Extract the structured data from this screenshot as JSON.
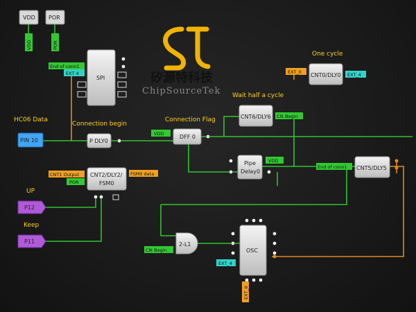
{
  "logo": {
    "company_cn": "矽源特科技",
    "company_en": "ChipSourceTek"
  },
  "supply": {
    "vdd": "VDD",
    "por": "POR",
    "vdd_out": "VDD",
    "por_out": "POR"
  },
  "labels": {
    "one_cycle": "One cycle",
    "wait_half": "Wait half a cycle",
    "hc06": "HC06 Data",
    "conn_begin": "Connection begin",
    "conn_flag": "Connection Flag",
    "up": "UP",
    "keep": "Keep"
  },
  "blocks": {
    "spi": "SPI",
    "cnt0": "CNT0/DLY0",
    "cnt6": "CNT6/DLY6",
    "pin10": "PIN 10",
    "pdly0": "P DLY0",
    "dff0": "DFF 0",
    "pipe_line1": "Pipe",
    "pipe_line2": "Delay0",
    "cnt5": "CNT5/DLY5",
    "cnt2_line1": "CNT2/DLY2/",
    "cnt2_line2": "FSM0",
    "p12": "P12",
    "p11": "P11",
    "and": "2-L1",
    "osc": "OSC"
  },
  "tags": {
    "end_of_conn_spi": "End of conn1",
    "ext4_spi": "EXT 4",
    "ext0_top": "EXT_0",
    "ext4_top": "EXT_4",
    "clk_begin": "Clk Begin",
    "vdd_dff": "VDD",
    "vdd_pipe": "VDD",
    "end_of_conn_cnt5": "End of conn1",
    "cnt1_output": "CNT1 Output",
    "por_cnt2": "POR",
    "fsm0_data": "FSM0 data",
    "clk_begin_and": "Clk Begin",
    "ext4_osc": "EXT_4",
    "ext0_osc": "EXT_0"
  },
  "colors": {
    "label": "#ffd51a",
    "wire_green": "#2fc42f",
    "wire_orange": "#e08a1e",
    "tag_green": "#32c832",
    "tag_orange": "#f0a020",
    "tag_cyan": "#33d2c8",
    "pin_blue": "#42a5f5",
    "pin_purple": "#b05ad8"
  }
}
